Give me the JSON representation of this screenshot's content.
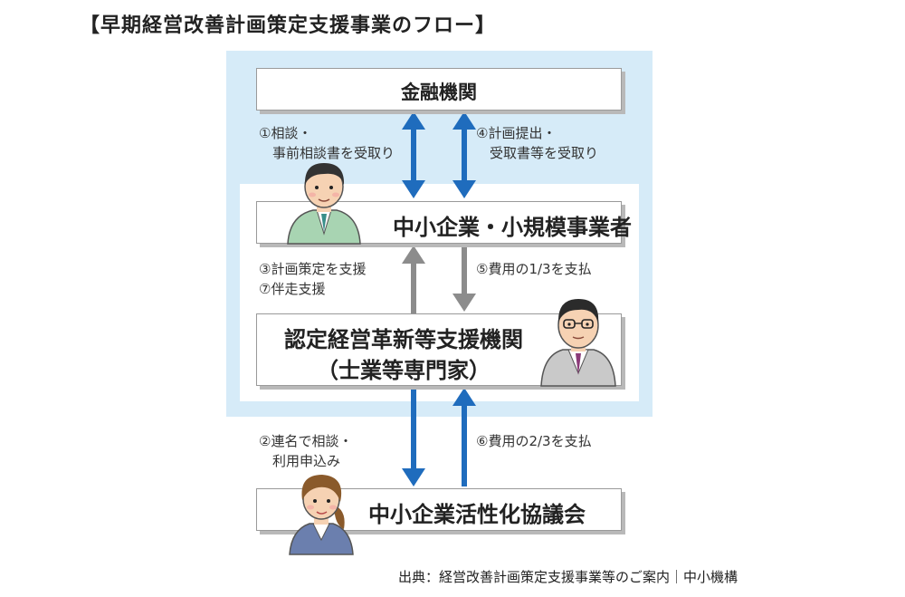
{
  "title": "【早期経営改善計画策定支援事業のフロー】",
  "nodes": {
    "finance": "金融機関",
    "sme": "中小企業・小規模事業者",
    "support_line1": "認定経営革新等支援機関",
    "support_line2": "（士業等専門家）",
    "council": "中小企業活性化協議会"
  },
  "steps": {
    "s1": [
      "①相談・",
      "　事前相談書を受取り"
    ],
    "s4": [
      "④計画提出・",
      "　受取書等を受取り"
    ],
    "s3": [
      "③計画策定を支援",
      "⑦伴走支援"
    ],
    "s5": [
      "⑤費用の1/3を支払"
    ],
    "s2": [
      "②連名で相談・",
      "　利用申込み"
    ],
    "s6": [
      "⑥費用の2/3を支払"
    ]
  },
  "source": "出典：経営改善計画策定支援事業等のご案内｜中小機構",
  "colors": {
    "blue_arrow": "#1f6cbd",
    "gray_arrow": "#8c8c8c",
    "panel": "#d6ebf8",
    "box_border": "#9a9a9a"
  },
  "icons": [
    "man-green-jacket-icon",
    "man-glasses-suit-icon",
    "woman-suit-icon"
  ]
}
